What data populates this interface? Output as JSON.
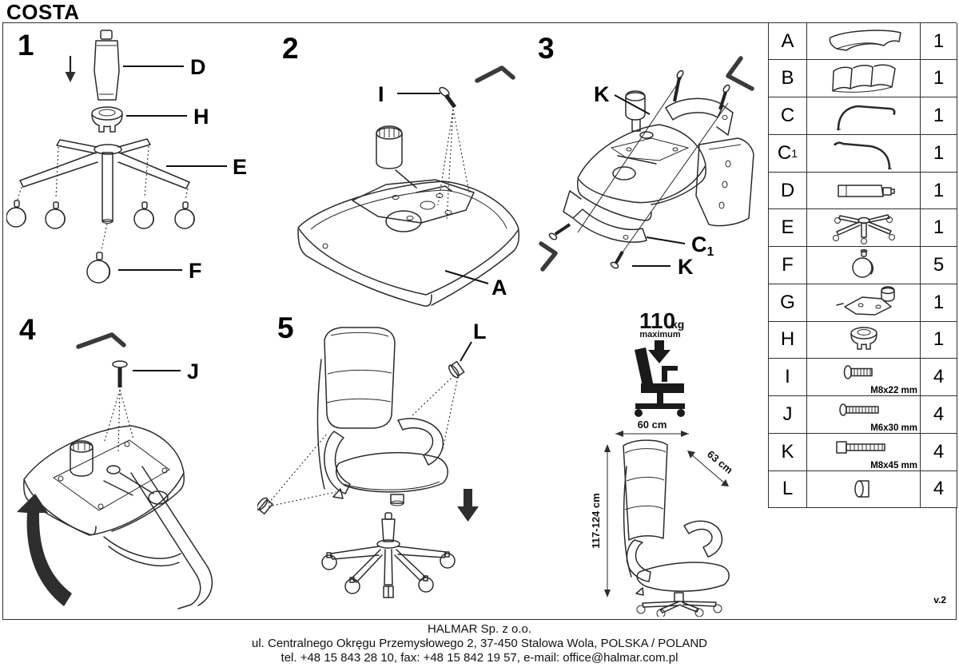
{
  "title": "COSTA",
  "version": "v.2",
  "steps": [
    {
      "number": "1",
      "labels": {
        "D": "D",
        "H": "H",
        "E": "E",
        "F": "F"
      }
    },
    {
      "number": "2",
      "labels": {
        "I": "I",
        "A": "A"
      }
    },
    {
      "number": "3",
      "labels": {
        "K_top": "K",
        "C1": "C",
        "C1_sub": "1",
        "K_bottom": "K"
      }
    },
    {
      "number": "4",
      "labels": {
        "J": "J"
      }
    },
    {
      "number": "5",
      "labels": {
        "L": "L"
      }
    }
  ],
  "specs": {
    "max_load": "110",
    "max_load_unit": "kg",
    "max_load_note": "maximum",
    "width": "60 cm",
    "depth": "63 cm",
    "height": "117-124 cm"
  },
  "parts_table": {
    "rows": [
      {
        "letter": "A",
        "qty": "1",
        "icon": "seat-cushion"
      },
      {
        "letter": "B",
        "qty": "1",
        "icon": "backrest-cushion"
      },
      {
        "letter": "C",
        "qty": "1",
        "icon": "armrest-tube-left"
      },
      {
        "letter": "C",
        "sub": "1",
        "qty": "1",
        "icon": "armrest-tube-right"
      },
      {
        "letter": "D",
        "qty": "1",
        "icon": "gas-lift"
      },
      {
        "letter": "E",
        "qty": "1",
        "icon": "five-star-base"
      },
      {
        "letter": "F",
        "qty": "5",
        "icon": "caster-wheel"
      },
      {
        "letter": "G",
        "qty": "1",
        "icon": "tilt-mechanism"
      },
      {
        "letter": "H",
        "qty": "1",
        "icon": "telescopic-cap"
      },
      {
        "letter": "I",
        "qty": "4",
        "size": "M8x22 mm",
        "icon": "bolt"
      },
      {
        "letter": "J",
        "qty": "4",
        "size": "M6x30 mm",
        "icon": "bolt"
      },
      {
        "letter": "K",
        "qty": "4",
        "size": "M8x45 mm",
        "icon": "bolt"
      },
      {
        "letter": "L",
        "qty": "4",
        "icon": "plug-cap"
      }
    ]
  },
  "footer": {
    "company": "HALMAR Sp. z o.o.",
    "address": "ul. Centralnego Okręgu Przemysłowego 2, 37-450 Stalowa Wola, POLSKA / POLAND",
    "contact": "tel. +48 15 843 28 10, fax: +48 15 842 19 57, e-mail: office@halmar.com.pl"
  }
}
